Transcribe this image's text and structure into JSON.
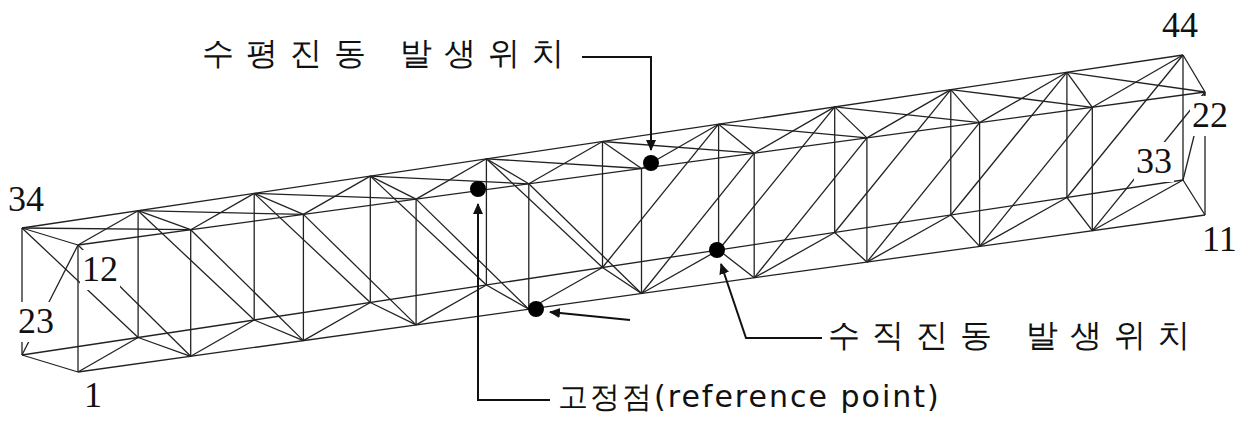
{
  "diagram": {
    "labels": [
      "수평진동 발생위치",
      "44",
      "34",
      "22",
      "33",
      "12",
      "11",
      "23",
      "수직진동 발생위치",
      "1",
      "고정점(reference point)"
    ]
  }
}
